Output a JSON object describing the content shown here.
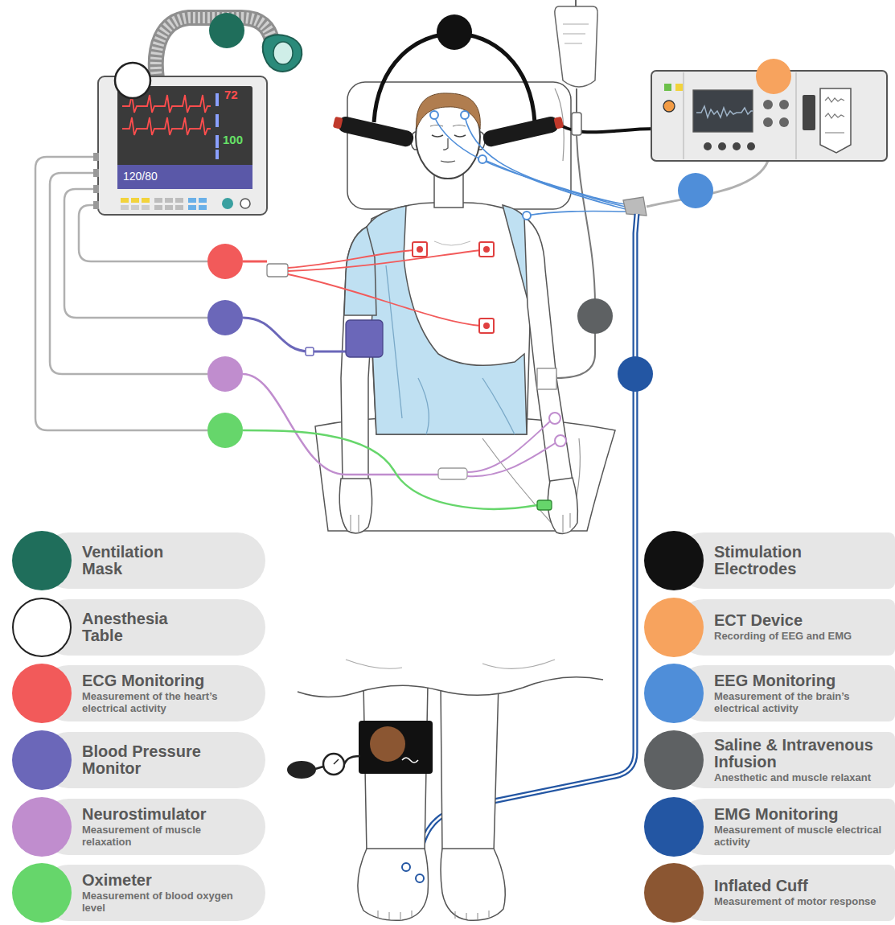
{
  "diagram": {
    "labels": [
      "72",
      "100",
      "120/80",
      "Measurement of the heart’s electrical activity",
      "Measurement of muscle relaxation",
      "Measurement of blood oxygen level",
      "Recording of EEG and EMG",
      "Measurement of the brain’s electrical activity",
      "Anesthetic and muscle relaxant",
      "Measurement of muscle electrical activity",
      "Measurement of motor response"
    ],
    "legend": [
      {
        "text": "Ventilation Mask",
        "color": "#1f6e5b"
      },
      {
        "text": "Anesthesia Table",
        "color": "#ffffff"
      },
      {
        "text": "ECG Monitoring",
        "color": "#f25a5a"
      },
      {
        "text": "Blood Pressure Monitor",
        "color": "#6b67b9"
      },
      {
        "text": "Neurostimulator",
        "color": "#c08dce"
      },
      {
        "text": "Oximeter",
        "color": "#66d66b"
      },
      {
        "text": "Stimulation Electrodes",
        "color": "#111111"
      },
      {
        "text": "ECT Device",
        "color": "#f7a35e"
      },
      {
        "text": "EEG Monitoring",
        "color": "#4f8ed9"
      },
      {
        "text": "Saline & Intravenous Infusion",
        "color": "#5e6163"
      },
      {
        "text": "EMG Monitoring",
        "color": "#2356a3"
      },
      {
        "text": "Inflated Cuff",
        "color": "#8b5632"
      }
    ]
  }
}
